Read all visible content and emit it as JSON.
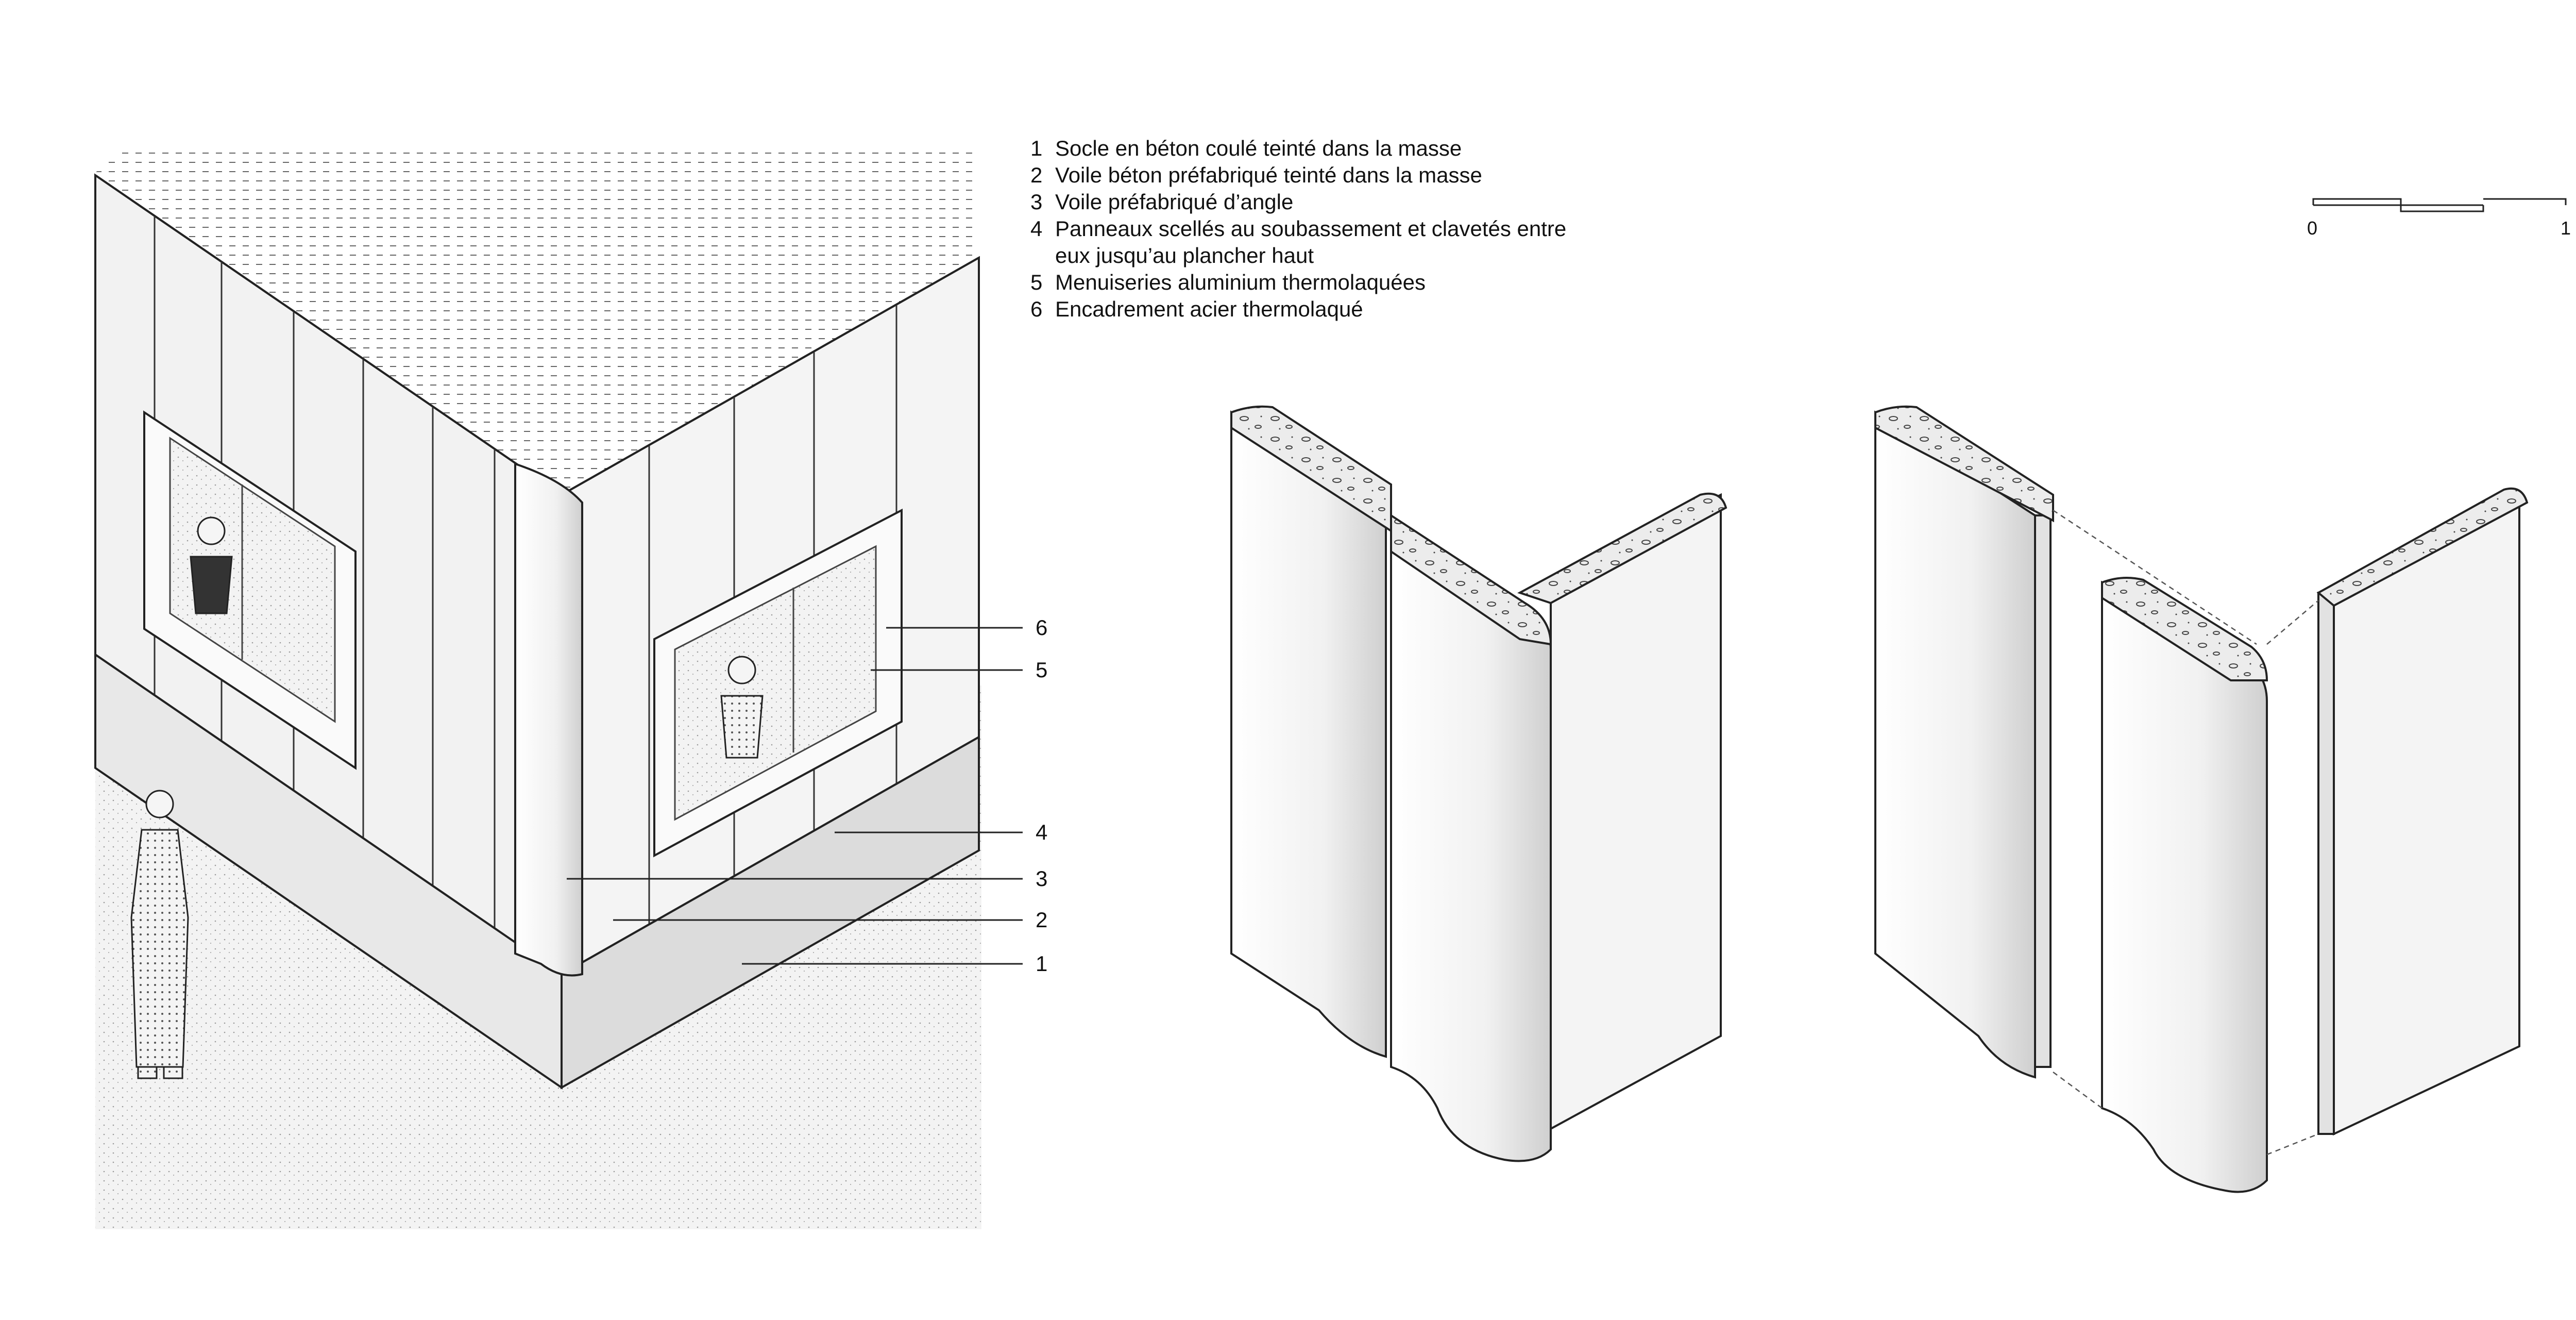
{
  "legend": [
    {
      "num": "1",
      "text": "Socle en béton coulé teinté dans la masse"
    },
    {
      "num": "2",
      "text": "Voile béton préfabriqué teinté dans la masse"
    },
    {
      "num": "3",
      "text": "Voile préfabriqué d’angle"
    },
    {
      "num": "4",
      "text": "Panneaux scellés au soubassement et clavetés entre eux jusqu’au plancher haut"
    },
    {
      "num": "5",
      "text": "Menuiseries aluminium thermolaquées"
    },
    {
      "num": "6",
      "text": "Encadrement acier thermolaqué"
    }
  ],
  "callouts": [
    "6",
    "5",
    "4",
    "3",
    "2",
    "1"
  ],
  "scale_bar": {
    "start": "0",
    "end": "1"
  },
  "colors": {
    "line": "#222222",
    "panel": "#f2f2f2",
    "shade": "#d4d4d4",
    "ground": "#eeeeee",
    "concrete": "#e6e6e6"
  }
}
